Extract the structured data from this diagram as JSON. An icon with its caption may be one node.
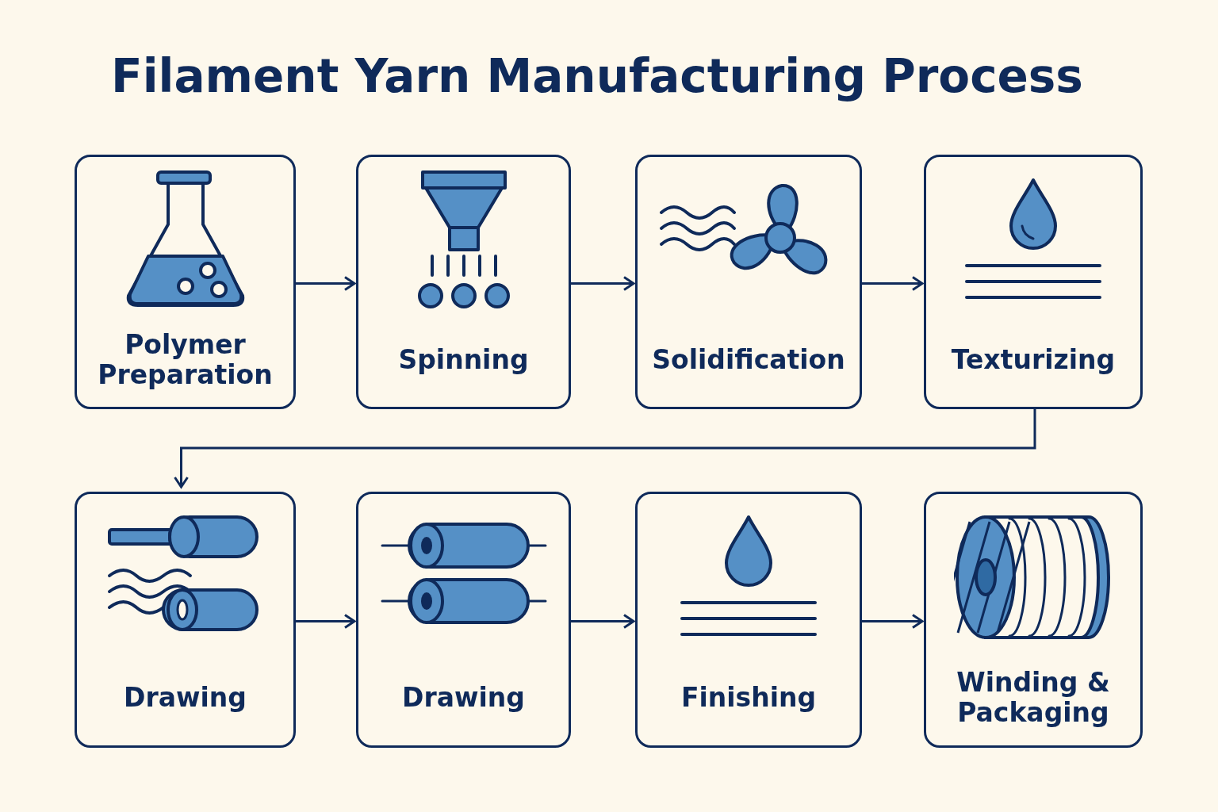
{
  "diagram": {
    "title": "Filament Yarn Manufacturing Process",
    "nodes": [
      {
        "text": [
          "Polymer Preparation"
        ]
      },
      {
        "text": [
          "Spinning"
        ]
      },
      {
        "text": [
          "Solidification"
        ]
      },
      {
        "text": [
          "Texturizing"
        ]
      },
      {
        "text": [
          "Drawing"
        ]
      },
      {
        "text": [
          "Drawing"
        ]
      },
      {
        "text": [
          "Finishing"
        ]
      },
      {
        "text": [
          "Winding & Packaging"
        ]
      }
    ],
    "edges": [
      {
        "from": 0,
        "to": 1,
        "arrow": "to"
      },
      {
        "from": 1,
        "to": 2,
        "arrow": "to"
      },
      {
        "from": 2,
        "to": 3,
        "arrow": "to"
      },
      {
        "from": 3,
        "to": 4,
        "arrow": "to"
      },
      {
        "from": 4,
        "to": 5,
        "arrow": "to"
      },
      {
        "from": 5,
        "to": 6,
        "arrow": "to"
      },
      {
        "from": 6,
        "to": 7,
        "arrow": "to"
      }
    ]
  }
}
